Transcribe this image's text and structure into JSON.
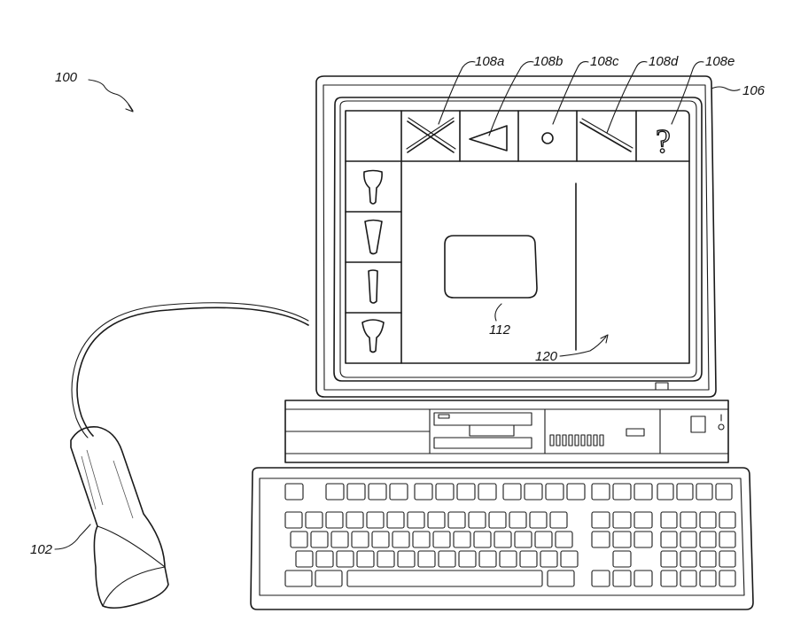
{
  "labels": {
    "system": "100",
    "probe": "102",
    "monitor": "106",
    "icon_a": "108a",
    "icon_b": "108b",
    "icon_c": "108c",
    "icon_d": "108d",
    "icon_e": "108e",
    "window": "112",
    "region": "120"
  },
  "toolbar_icons": [
    "close-x",
    "triangle",
    "circle",
    "line",
    "question-mark"
  ],
  "sidebar_icons": [
    "probe-type-1",
    "probe-type-2",
    "probe-type-3",
    "probe-type-4"
  ],
  "help_glyph": "?"
}
